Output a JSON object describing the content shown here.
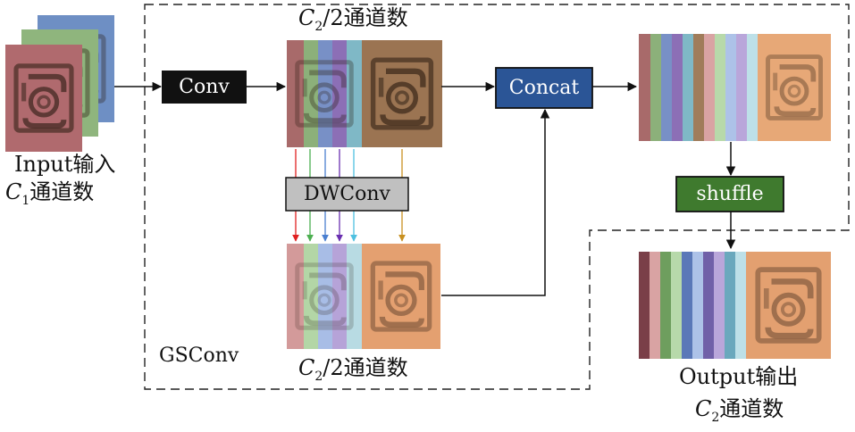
{
  "diagram": {
    "input_label": "Input输入",
    "input_channels": {
      "symbol": "C",
      "sub": "1",
      "suffix": "通道数"
    },
    "half_channels_top": {
      "symbol": "C",
      "sub": "2",
      "suffix": "/2通道数"
    },
    "half_channels_bottom": {
      "symbol": "C",
      "sub": "2",
      "suffix": "/2通道数"
    },
    "output_label": "Output输出",
    "output_channels": {
      "symbol": "C",
      "sub": "2",
      "suffix": "通道数"
    },
    "module_label": "GSConv",
    "blocks": {
      "conv": "Conv",
      "dwconv": "DWConv",
      "concat": "Concat",
      "shuffle": "shuffle"
    },
    "colors": {
      "conv_fill": "#111111",
      "dwconv_fill": "#c0c0c0",
      "concat_fill": "#2b5596",
      "shuffle_fill": "#3f7a2e",
      "channel_red": "#b36a6a",
      "channel_green": "#7ab36a",
      "channel_blue": "#6a8fc8",
      "channel_purple": "#8266b3",
      "channel_cyan": "#66b3c8",
      "channel_orange": "#d9955a",
      "arrow_red": "#e02020",
      "arrow_green": "#4caf50",
      "arrow_blue": "#4a7fd0",
      "arrow_purple": "#6a2fb0",
      "arrow_cyan": "#4ec0e0",
      "arrow_orange": "#c89020"
    }
  }
}
